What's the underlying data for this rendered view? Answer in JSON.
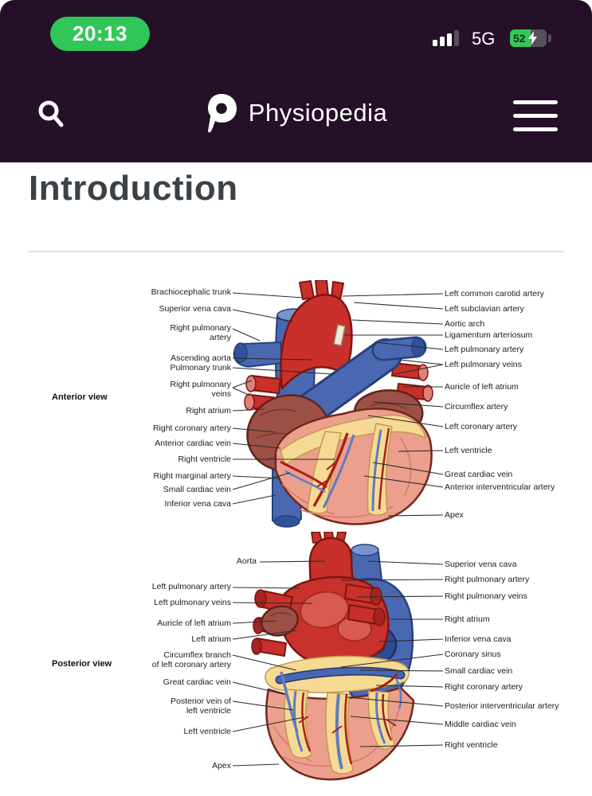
{
  "status_bar": {
    "time": "20:13",
    "network": "5G",
    "battery_percent": "52"
  },
  "header": {
    "app_name": "Physiopedia"
  },
  "page": {
    "title": "Introduction"
  },
  "figure": {
    "anterior": {
      "view_label": "Anterior view",
      "left_labels": [
        "Brachiocephalic trunk",
        "Superior vena cava",
        "Right pulmonary\nartery",
        "Ascending aorta",
        "Pulmonary trunk",
        "Right pulmonary\nveins",
        "Right atrium",
        "Right coronary artery",
        "Anterior cardiac vein",
        "Right ventricle",
        "Right marginal artery",
        "Small cardiac vein",
        "Inferior vena cava"
      ],
      "right_labels": [
        "Left common carotid artery",
        "Left subclavian artery",
        "Aortic arch",
        "Ligamentum arteriosum",
        "Left pulmonary artery",
        "Left pulmonary veins",
        "Auricle of left atrium",
        "Circumflex artery",
        "Left coronary artery",
        "Left ventricle",
        "Great cardiac vein",
        "Anterior interventricular artery",
        "Apex"
      ]
    },
    "posterior": {
      "view_label": "Posterior view",
      "aorta_label": "Aorta",
      "left_labels": [
        "Left pulmonary artery",
        "Left pulmonary veins",
        "Auricle of left atrium",
        "Left atrium",
        "Circumflex branch\nof left coronary artery",
        "Great cardiac vein",
        "Posterior vein of\nleft ventricle",
        "Left ventricle",
        "Apex"
      ],
      "right_labels": [
        "Superior vena cava",
        "Right pulmonary artery",
        "Right pulmonary veins",
        "Right atrium",
        "Inferior vena cava",
        "Coronary sinus",
        "Small cardiac vein",
        "Right coronary artery",
        "Posterior interventricular artery",
        "Middle cardiac vein",
        "Right ventricle"
      ]
    }
  },
  "colors": {
    "header_bg": "#241027",
    "accent_green": "#30c758",
    "heading_text": "#3a4147",
    "artery_red": "#c9302b",
    "vein_blue": "#4a67b2",
    "myocardium_pink": "#ec9f8d",
    "fat_yellow": "#f6d992",
    "atrium_maroon": "#9c5047"
  }
}
